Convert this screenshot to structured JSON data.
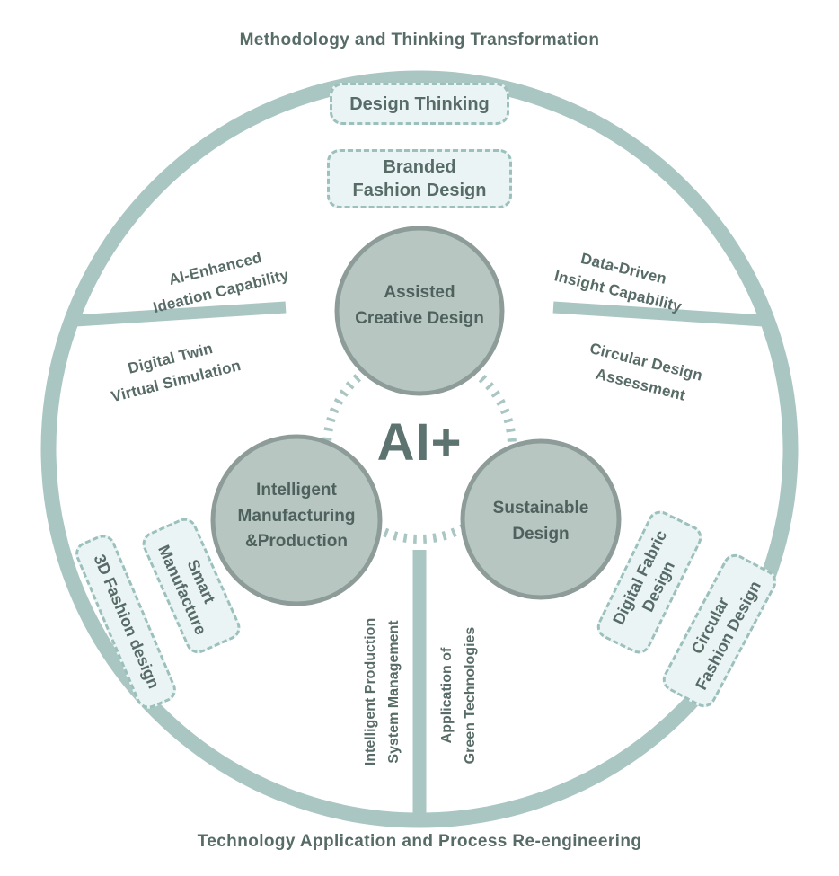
{
  "titles": {
    "top": "Methodology and Thinking Transformation",
    "bottom": "Technology Application and Process Re-engineering"
  },
  "center": {
    "label": "AI+"
  },
  "circles": {
    "assisted": {
      "lines": [
        "Assisted",
        "Creative Design"
      ]
    },
    "manufacturing": {
      "lines": [
        "Intelligent",
        "Manufacturing",
        "&Production"
      ]
    },
    "sustainable": {
      "lines": [
        "Sustainable",
        "Design"
      ]
    }
  },
  "sector_labels": {
    "ai_enhanced": {
      "lines": [
        "AI-Enhanced",
        "Ideation Capability"
      ]
    },
    "digital_twin": {
      "lines": [
        "Digital Twin",
        "Virtual Simulation"
      ]
    },
    "data_driven": {
      "lines": [
        "Data-Driven",
        "Insight Capability"
      ]
    },
    "circular_assessment": {
      "lines": [
        "Circular Design",
        "Assessment"
      ]
    },
    "intelligent_production": {
      "lines": [
        "Intelligent Production",
        "System Management"
      ]
    },
    "green_technologies": {
      "lines": [
        "Application of",
        "Green Technologies"
      ]
    }
  },
  "badges": {
    "design_thinking": {
      "lines": [
        "Design Thinking"
      ]
    },
    "branded_fashion": {
      "lines": [
        "Branded",
        "Fashion Design"
      ]
    },
    "fashion_3d": {
      "lines": [
        "3D Fashion design"
      ]
    },
    "smart_manufacture": {
      "lines": [
        "Smart",
        "Manufacture"
      ]
    },
    "digital_fabric": {
      "lines": [
        "Digital Fabric",
        "Design"
      ]
    },
    "circular_fashion": {
      "lines": [
        "Circular",
        "Fashion Design"
      ]
    }
  },
  "colors": {
    "ring": "#a9c6c3",
    "circle-fill": "#b7c6c1",
    "circle-stroke": "#8d9c98",
    "text": "#576b67",
    "accent": "#5d7370",
    "badge-fill": "#eaf4f4",
    "badge-border": "#9cc0bc",
    "bg": "#ffffff"
  }
}
